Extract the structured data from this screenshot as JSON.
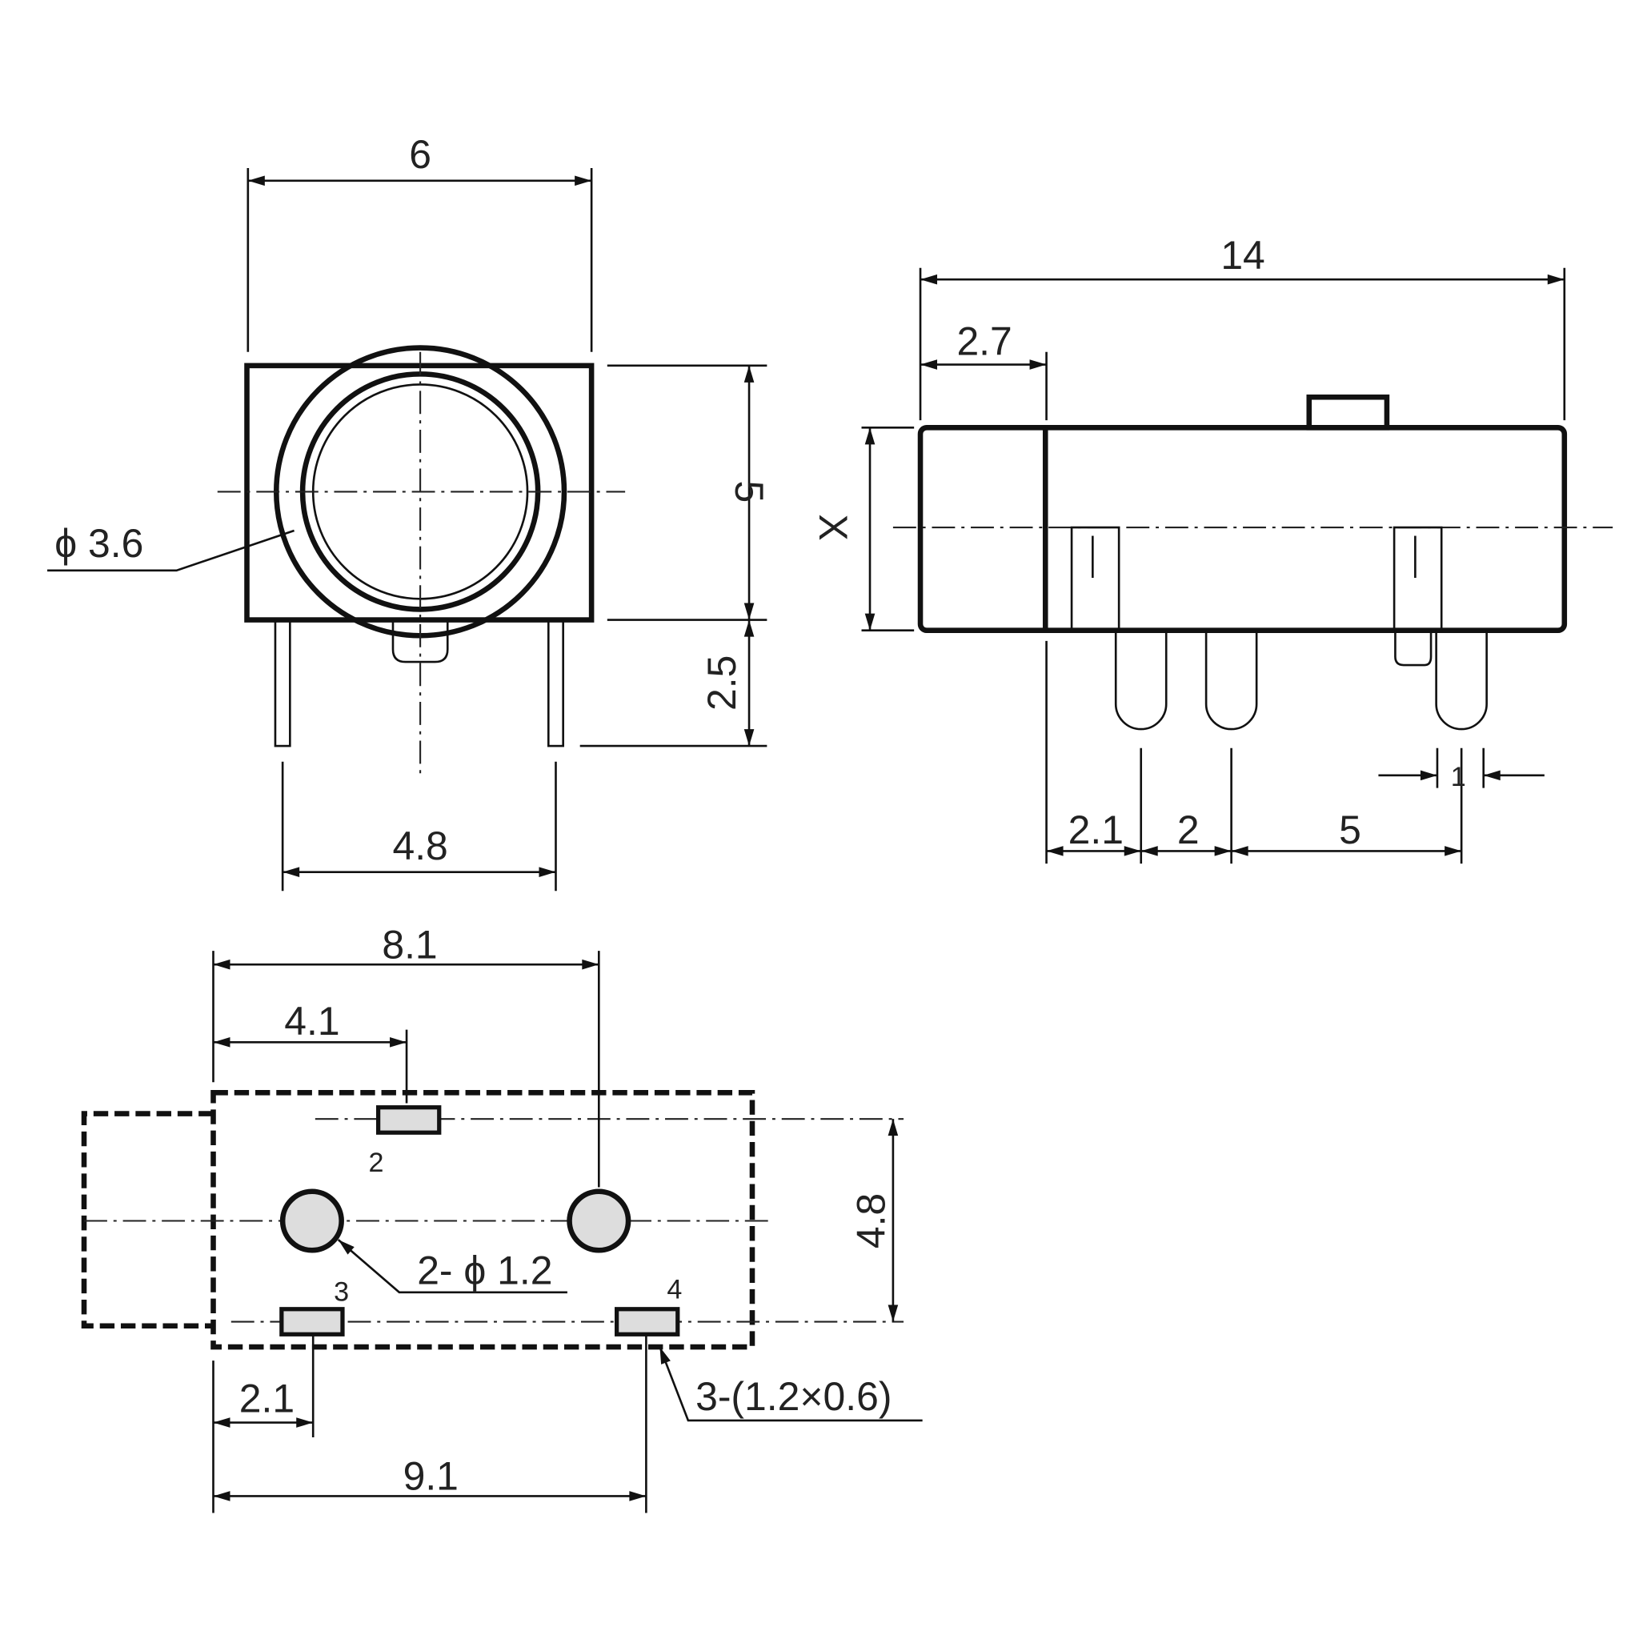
{
  "front_view": {
    "width": "6",
    "height": "5",
    "pin_length": "2.5",
    "pin_spacing": "4.8",
    "hole_diameter": "ϕ 3.6"
  },
  "side_view": {
    "length": "14",
    "front_length": "2.7",
    "height": "X",
    "pin_offset_1": "2.1",
    "pin_offset_2": "2",
    "pin_offset_3": "5",
    "pin_width": "1"
  },
  "footprint": {
    "span_1": "8.1",
    "span_2": "4.1",
    "width": "4.8",
    "offset": "2.1",
    "span_3": "9.1",
    "holes": "2- ϕ 1.2",
    "pads": "3-(1.2×0.6)",
    "pin_labels": [
      "2",
      "3",
      "4"
    ]
  },
  "colors": {
    "line": "#111111",
    "pad_fill": "#dddddd"
  }
}
